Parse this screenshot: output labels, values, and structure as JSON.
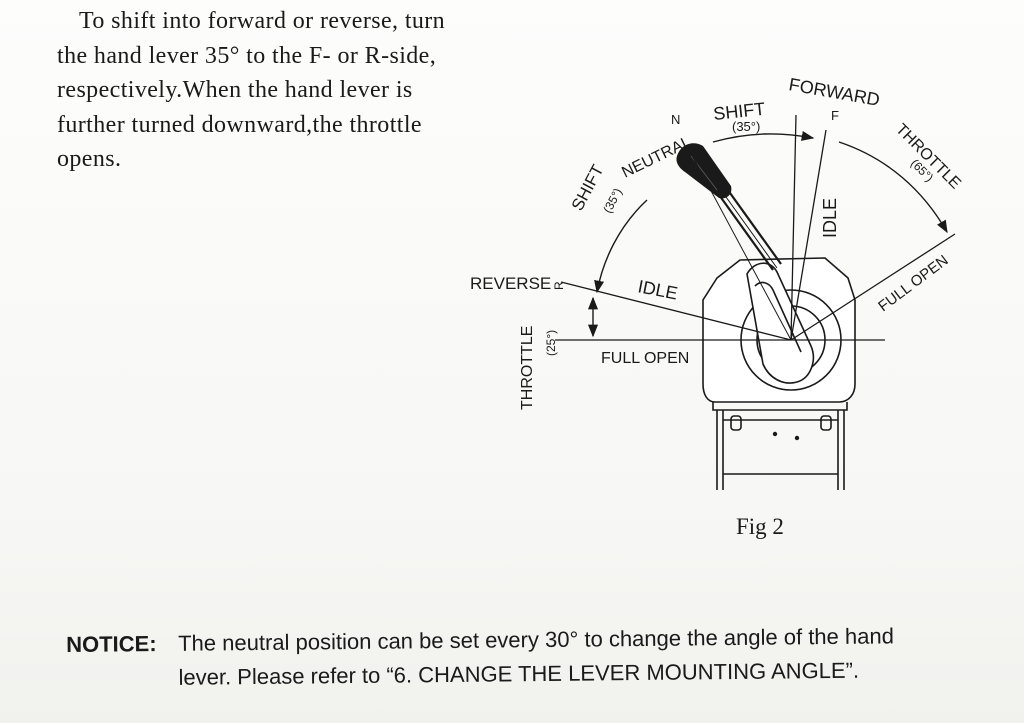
{
  "intro": {
    "lines": [
      "To shift into forward or reverse, turn",
      "the hand lever 35° to the F- or R-side,",
      "respectively.When the hand lever is",
      "further turned downward,the throttle",
      "opens."
    ]
  },
  "diagram": {
    "labels": {
      "neutral": "NEUTRAL",
      "n": "N",
      "shift_right": "SHIFT",
      "shift_right_deg": "(35°)",
      "forward": "FORWARD",
      "f": "F",
      "throttle_right": "THROTTLE",
      "throttle_right_deg": "(65°)",
      "idle_vertical": "IDLE",
      "full_open_right": "FULL OPEN",
      "shift_left": "SHIFT",
      "shift_left_deg": "(35°)",
      "reverse": "REVERSE",
      "r": "R",
      "idle_left": "IDLE",
      "throttle_left": "THROTTLE",
      "throttle_left_deg": "(25°)",
      "full_open_left": "FULL OPEN"
    }
  },
  "caption": "Fig 2",
  "notice": {
    "key": "NOTICE:",
    "line1": "The neutral position can be set every 30° to change the angle of the hand",
    "line2": "lever. Please refer to “6. CHANGE THE LEVER MOUNTING ANGLE”."
  }
}
